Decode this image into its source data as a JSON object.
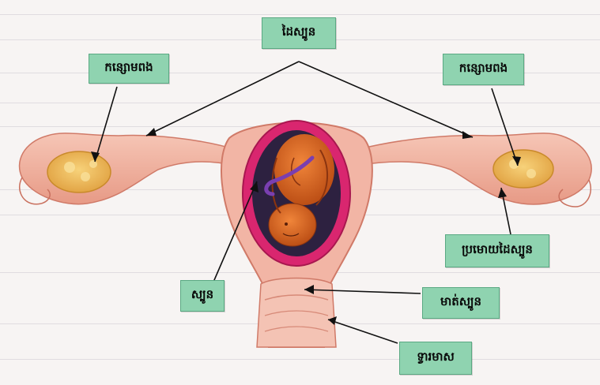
{
  "labels": {
    "top_center": "ដៃស្បូន",
    "left_ovary": "កន្សោមពង",
    "right_ovary": "កន្សោមពង",
    "ligament": "ប្រមោយដៃស្បូន",
    "uterus": "ស្បូន",
    "cervix": "មាត់ស្បូន",
    "vagina": "ទ្វារមាស"
  },
  "colors": {
    "label_bg": "#8fd3b0",
    "tissue": "#f2b5a5",
    "uterine_wall": "#d9266f",
    "fetus": "#d9661d"
  }
}
